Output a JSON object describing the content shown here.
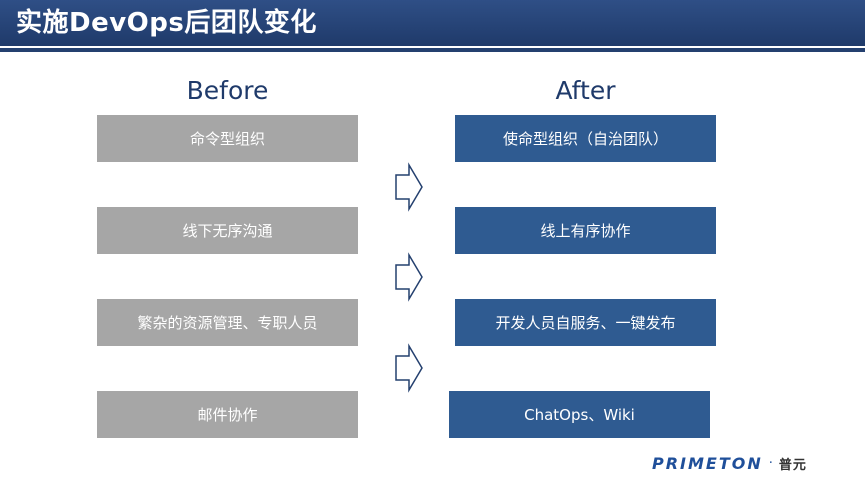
{
  "header": {
    "title": "实施DevOps后团队变化"
  },
  "before": {
    "heading": "Before",
    "items": [
      "命令型组织",
      "线下无序沟通",
      "繁杂的资源管理、专职人员",
      "邮件协作"
    ]
  },
  "after": {
    "heading": "After",
    "items": [
      "使命型组织（自治团队）",
      "线上有序协作",
      "开发人员自服务、一键发布",
      "ChatOps、Wiki"
    ]
  },
  "logo": {
    "brand": "PRIMETON",
    "separator": "·",
    "chinese": "普元"
  },
  "colors": {
    "header": "#24406f",
    "before_box": "#a6a6a6",
    "after_box": "#2f5b91",
    "arrow": "#24406f"
  }
}
